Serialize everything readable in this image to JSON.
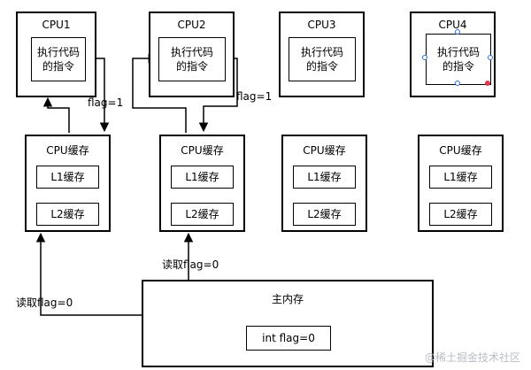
{
  "cpus": [
    {
      "name": "CPU1",
      "instruction": "执行代码\n的指令"
    },
    {
      "name": "CPU2",
      "instruction": "执行代码\n的指令"
    },
    {
      "name": "CPU3",
      "instruction": "执行代码\n的指令"
    },
    {
      "name": "CPU4",
      "instruction": "执行代码\n的指令"
    }
  ],
  "caches": [
    {
      "title": "CPU缓存",
      "l1": "L1缓存",
      "l2": "L2缓存"
    },
    {
      "title": "CPU缓存",
      "l1": "L1缓存",
      "l2": "L2缓存"
    },
    {
      "title": "CPU缓存",
      "l1": "L1缓存",
      "l2": "L2缓存"
    },
    {
      "title": "CPU缓存",
      "l1": "L1缓存",
      "l2": "L2缓存"
    }
  ],
  "main_memory": {
    "title": "主内存",
    "variable": "int flag=0"
  },
  "annotations": {
    "flag_write_1": "flag=1",
    "flag_write_2": "flag=1",
    "read_left": "读取flag=0",
    "read_middle": "读取flag=0"
  },
  "watermark": "@稀土掘金技术社区"
}
